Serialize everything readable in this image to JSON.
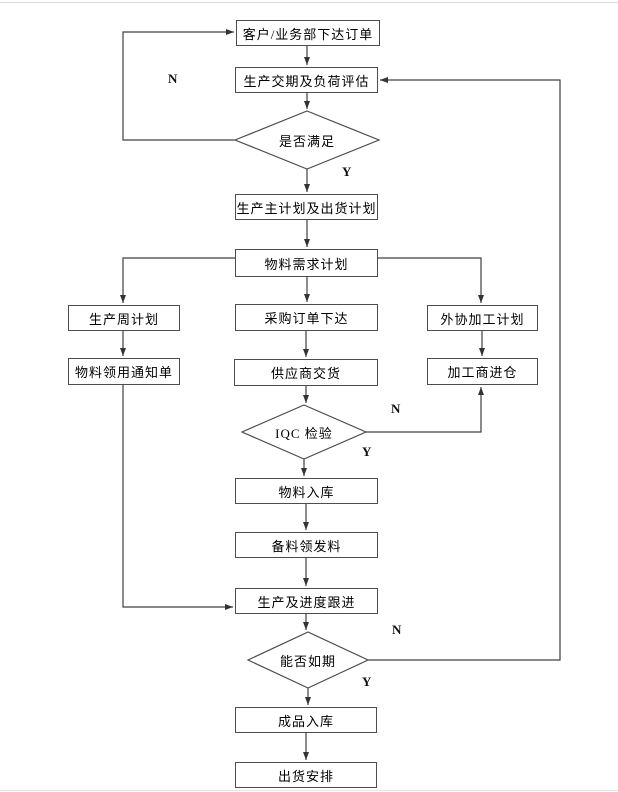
{
  "page": {
    "background": "#ffffff",
    "line_color": "#404040",
    "border_color": "#4d4d4d"
  },
  "nodes": {
    "customer_order": {
      "type": "process",
      "label": "客户/业务部下达订单"
    },
    "capacity_eval": {
      "type": "process",
      "label": "生产交期及负荷评估"
    },
    "satisfied": {
      "type": "decision",
      "label": "是否满足"
    },
    "master_plan": {
      "type": "process",
      "label": "生产主计划及出货计划"
    },
    "mrp": {
      "type": "process",
      "label": "物料需求计划"
    },
    "weekly_plan": {
      "type": "process",
      "label": "生产周计划"
    },
    "purchase_order": {
      "type": "process",
      "label": "采购订单下达"
    },
    "outsource_plan": {
      "type": "process",
      "label": "外协加工计划"
    },
    "material_notice": {
      "type": "process",
      "label": "物料领用通知单"
    },
    "supplier_delivery": {
      "type": "process",
      "label": "供应商交货"
    },
    "processor_in": {
      "type": "process",
      "label": "加工商进仓"
    },
    "iqc": {
      "type": "decision",
      "label": "IQC 检验"
    },
    "material_in": {
      "type": "process",
      "label": "物料入库"
    },
    "prep_material": {
      "type": "process",
      "label": "备料领发料"
    },
    "production_follow": {
      "type": "process",
      "label": "生产及进度跟进"
    },
    "on_schedule": {
      "type": "decision",
      "label": "能否如期"
    },
    "finished_in": {
      "type": "process",
      "label": "成品入库"
    },
    "shipping": {
      "type": "process",
      "label": "出货安排"
    }
  },
  "edge_labels": {
    "satisfied_no": "N",
    "satisfied_yes": "Y",
    "iqc_no": "N",
    "iqc_yes": "Y",
    "on_schedule_no": "N",
    "on_schedule_yes": "Y"
  }
}
